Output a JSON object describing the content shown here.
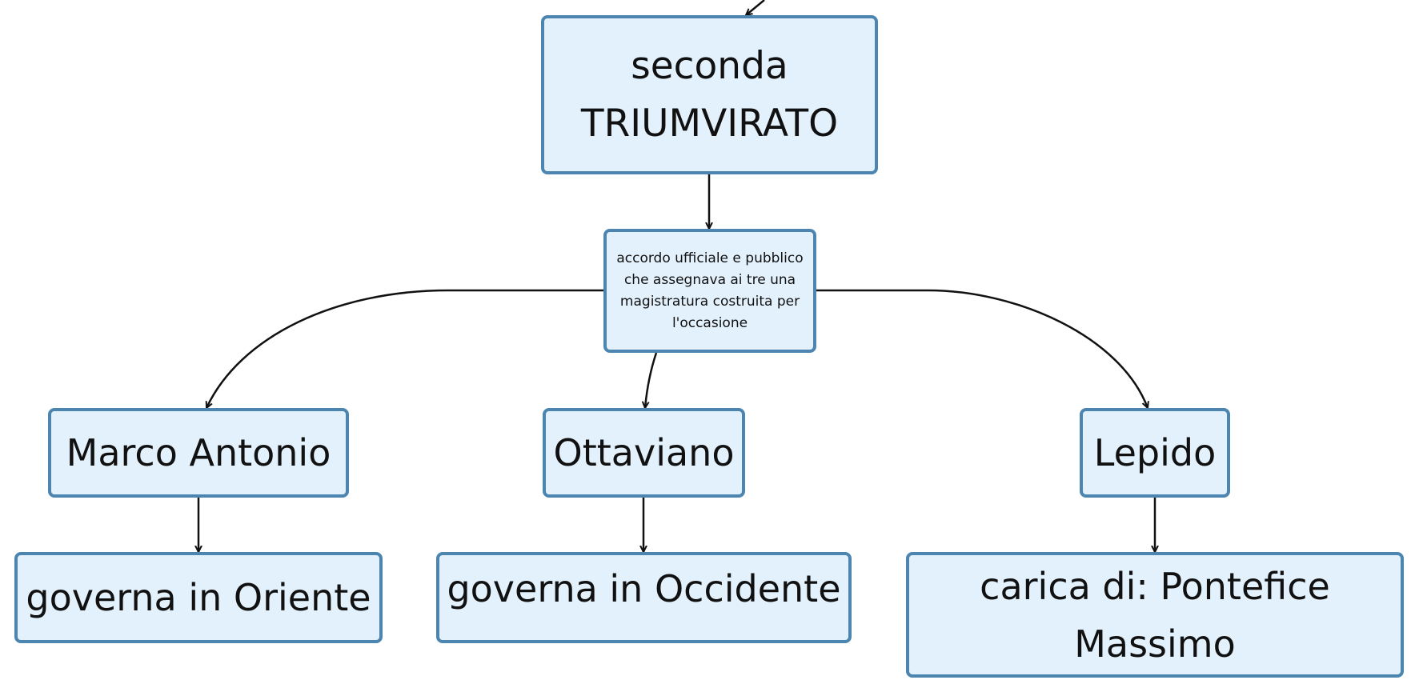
{
  "nodes": {
    "main": "seconda TRIUMVIRATO",
    "accordo": "accordo ufficiale e pubblico che assegnava ai tre una magistratura costruita per l'occasione",
    "marco": "Marco Antonio",
    "ottaviano": "Ottaviano",
    "lepido": "Lepido",
    "governa_oriente": "governa in Oriente",
    "governa_occidente": "governa in Occidente",
    "carica": "carica di: Pontefice Massimo"
  },
  "colors": {
    "node_fill": "#e3f1fc",
    "node_border": "#4c86b0",
    "edge": "#111111"
  }
}
